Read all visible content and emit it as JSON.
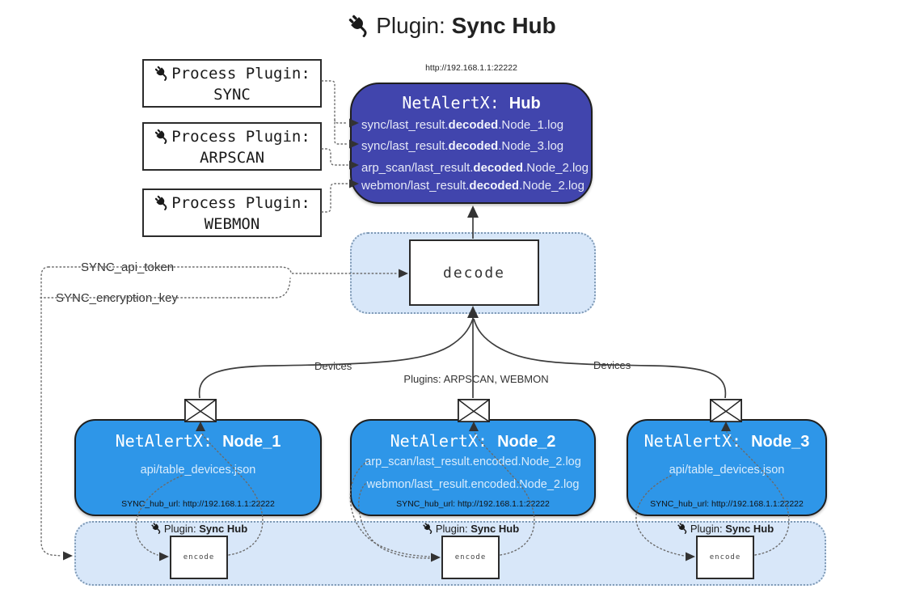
{
  "title": {
    "prefix": "Plugin: ",
    "bold": "Sync Hub"
  },
  "process_plugins": [
    {
      "label": "Process Plugin:",
      "name": "SYNC"
    },
    {
      "label": "Process Plugin:",
      "name": "ARPSCAN"
    },
    {
      "label": "Process Plugin:",
      "name": "WEBMON"
    }
  ],
  "hub": {
    "url": "http://192.168.1.1:22222",
    "title_prefix": "NetAlertX: ",
    "title_bold": "Hub",
    "rows": [
      {
        "prefix": "sync/last_result.",
        "bold": "decoded",
        "suffix": ".Node_1.log"
      },
      {
        "prefix": "sync/last_result.",
        "bold": "decoded",
        "suffix": ".Node_3.log"
      },
      {
        "prefix": "arp_scan/last_result.",
        "bold": "decoded",
        "suffix": ".Node_2.log"
      },
      {
        "prefix": "webmon/last_result.",
        "bold": "decoded",
        "suffix": ".Node_2.log"
      }
    ]
  },
  "decode": {
    "label": "decode"
  },
  "config_labels": {
    "api_token": "SYNC_api_token",
    "encryption_key": "SYNC_encryption_key"
  },
  "edge_labels": {
    "devices_left": "Devices",
    "plugins_middle": "Plugins: ARPSCAN, WEBMON",
    "devices_right": "Devices"
  },
  "nodes": [
    {
      "title_prefix": "NetAlertX: ",
      "title_bold": "Node_1",
      "rows": [
        "api/table_devices.json"
      ],
      "hub_url": "SYNC_hub_url: http://192.168.1.1:22222"
    },
    {
      "title_prefix": "NetAlertX: ",
      "title_bold": "Node_2",
      "rows": [
        "arp_scan/last_result.encoded.Node_2.log",
        "webmon/last_result.encoded.Node_2.log"
      ],
      "hub_url": "SYNC_hub_url: http://192.168.1.1:22222"
    },
    {
      "title_prefix": "NetAlertX: ",
      "title_bold": "Node_3",
      "rows": [
        "api/table_devices.json"
      ],
      "hub_url": "SYNC_hub_url: http://192.168.1.1:22222"
    }
  ],
  "encoders": [
    {
      "label_prefix": "Plugin: ",
      "label_bold": "Sync Hub",
      "box": "encode"
    },
    {
      "label_prefix": "Plugin: ",
      "label_bold": "Sync Hub",
      "box": "encode"
    },
    {
      "label_prefix": "Plugin: ",
      "label_bold": "Sync Hub",
      "box": "encode"
    }
  ],
  "colors": {
    "hub_fill": "#4145ad",
    "node_fill": "#2e96e8",
    "panel_fill": "#d8e7f9",
    "panel_border": "#7e99b5",
    "line": "#3d3d3d",
    "dotted_line": "#6b6b6b"
  }
}
